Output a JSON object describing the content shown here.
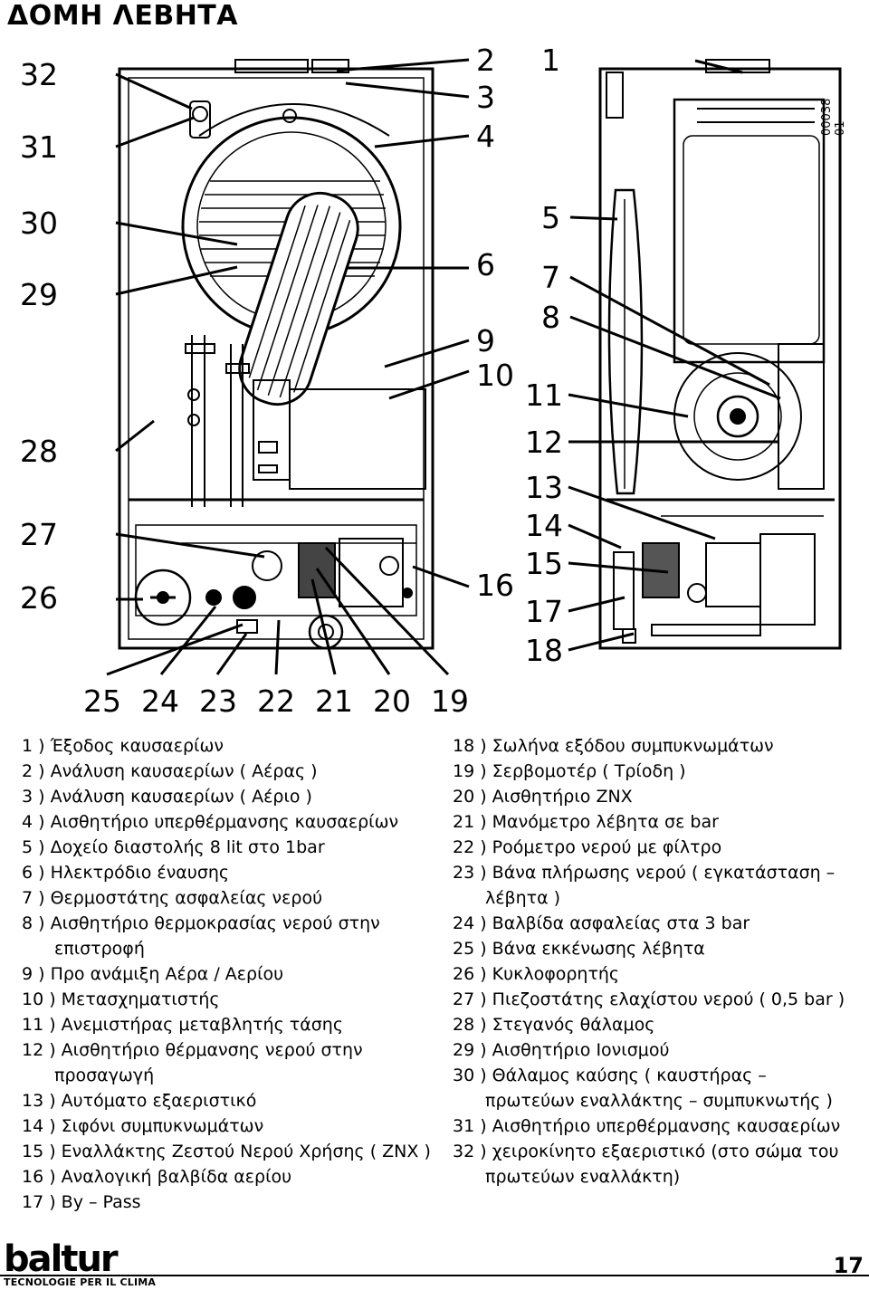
{
  "title": "ΔΟΜΗ ΛΕΒΗΤΑ",
  "doc_code": "00038 01",
  "callouts_left": [
    "32",
    "31",
    "30",
    "29",
    "28",
    "27",
    "26"
  ],
  "callouts_mid": [
    "2",
    "3",
    "4",
    "6",
    "9",
    "10",
    "16"
  ],
  "callouts_right": [
    "1",
    "5",
    "7",
    "8",
    "11",
    "12",
    "13",
    "14",
    "15",
    "17",
    "18"
  ],
  "callouts_bottom": [
    "25",
    "24",
    "23",
    "22",
    "21",
    "20",
    "19"
  ],
  "legend_left": [
    {
      "text": "1 ) Έξοδος καυσαερίων"
    },
    {
      "text": "2 ) Ανάλυση καυσαερίων ( Αέρας )"
    },
    {
      "text": "3 ) Ανάλυση καυσαερίων ( Αέριο )"
    },
    {
      "text": "4 ) Αισθητήριο υπερθέρμανσης καυσαερίων"
    },
    {
      "text": "5 ) Δοχείο διαστολής 8 lit στο 1bar"
    },
    {
      "text": "6 ) Ηλεκτρόδιο έναυσης"
    },
    {
      "text": "7 ) Θερμοστάτης ασφαλείας νερού"
    },
    {
      "text": "8 ) Αισθητήριο θερμοκρασίας νερού στην",
      "cont": "επιστροφή"
    },
    {
      "text": "9 ) Προ ανάμιξη Αέρα / Αερίου"
    },
    {
      "text": "10 ) Μετασχηματιστής"
    },
    {
      "text": "11 ) Ανεμιστήρας μεταβλητής τάσης"
    },
    {
      "text": "12 ) Αισθητήριο θέρμανσης νερού στην",
      "cont": "προσαγωγή"
    },
    {
      "text": "13 ) Αυτόματο εξαεριστικό"
    },
    {
      "text": "14 ) Σιφόνι συμπυκνωμάτων"
    },
    {
      "text": "15 ) Εναλλάκτης Ζεστού Νερού Χρήσης ( ΖΝΧ )"
    },
    {
      "text": "16 ) Αναλογική  βαλβίδα αερίου"
    },
    {
      "text": "17 ) By – Pass"
    }
  ],
  "legend_right": [
    {
      "text": "18 ) Σωλήνα εξόδου συμπυκνωμάτων"
    },
    {
      "text": "19 ) Σερβομοτέρ ( Τρίοδη )"
    },
    {
      "text": "20 ) Αισθητήριο ΖΝΧ"
    },
    {
      "text": "21 ) Μανόμετρο λέβητα σε bar"
    },
    {
      "text": "22 ) Ροόμετρο νερού με φίλτρο"
    },
    {
      "text": "23 ) Βάνα πλήρωσης νερού ( εγκατάσταση –",
      "cont": "λέβητα )"
    },
    {
      "text": "24 ) Βαλβίδα ασφαλείας στα 3 bar"
    },
    {
      "text": "25 ) Βάνα εκκένωσης λέβητα"
    },
    {
      "text": "26 ) Κυκλοφορητής"
    },
    {
      "text": "27 ) Πιεζοστάτης  ελαχίστου νερού  ( 0,5 bar )"
    },
    {
      "text": "28 ) Στεγανός θάλαμος"
    },
    {
      "text": "29 ) Αισθητήριο Ιονισμού"
    },
    {
      "text": "30 ) Θάλαμος καύσης ( καυστήρας –",
      "cont": "πρωτεύων εναλλάκτης – συμπυκνωτής )"
    },
    {
      "text": "31 ) Αισθητήριο υπερθέρμανσης καυσαερίων"
    },
    {
      "text": "32 ) χειροκίνητο εξαεριστικό (στο σώμα του",
      "cont": "πρωτεύων εναλλάκτη)"
    }
  ],
  "footer": {
    "brand": "baltur",
    "tagline": "TECNOLOGIE PER IL CLIMA",
    "page_number": "17"
  }
}
